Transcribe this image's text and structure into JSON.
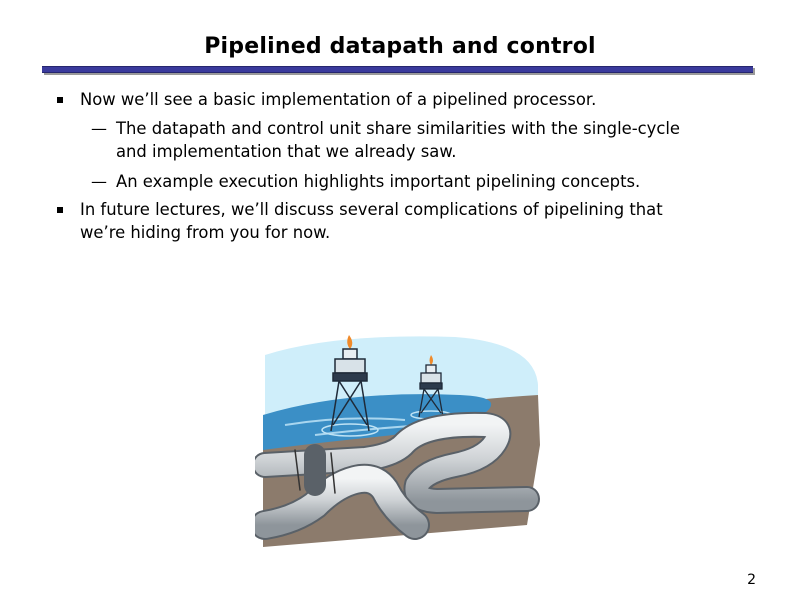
{
  "slide": {
    "title": "Pipelined datapath and control",
    "bullets": [
      {
        "text": "Now we’ll see a basic implementation of a pipelined processor.",
        "sub": [
          {
            "dash": "—",
            "lines": [
              "The datapath and control unit share similarities with the single-cycle",
              "and implementation that we already saw."
            ]
          },
          {
            "dash": "—",
            "lines": [
              "An example execution highlights important pipelining concepts."
            ]
          }
        ]
      },
      {
        "lines": [
          "In future lectures, we’ll discuss several complications of pipelining that",
          "we’re hiding from you for now."
        ]
      }
    ],
    "page_number": "2"
  },
  "colors": {
    "title_rule": "#3a3a9c",
    "sky": "#cfeefa",
    "water": "#3b8fc6",
    "ground": "#8c7b6c",
    "pipe": "#cfd3d6"
  },
  "icons": {
    "bullet": "square-bullet-icon",
    "clipart": "pipeline-oil-derricks-clipart"
  }
}
